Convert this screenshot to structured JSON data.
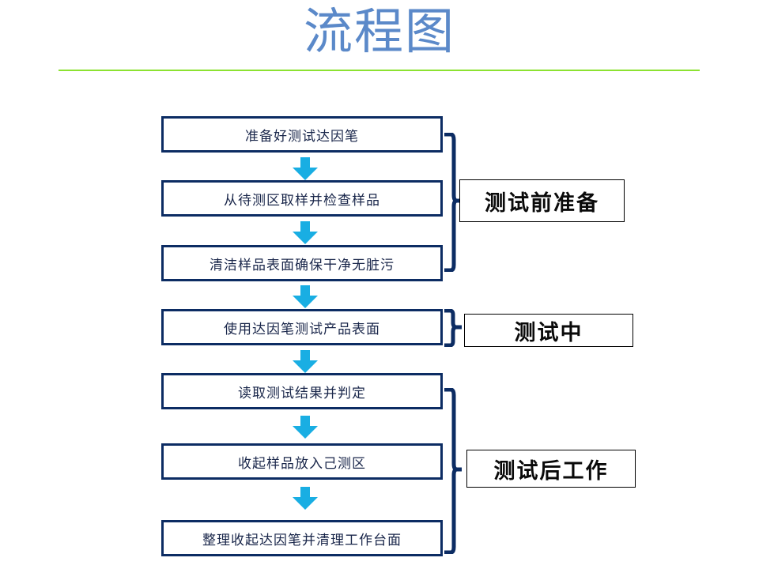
{
  "slide": {
    "title": "流程图",
    "title_color": "#5B89C9",
    "rule_color": "#8CE231",
    "background": "#ffffff"
  },
  "diagram": {
    "box_border_color": "#0C2C63",
    "arrow_color": "#19AEE3",
    "brace_color": "#0C2C63",
    "label_border_color": "#000000",
    "steps": [
      {
        "id": "step-1",
        "label": "准备好测试达因笔"
      },
      {
        "id": "step-2",
        "label": "从待测区取样并检查样品"
      },
      {
        "id": "step-3",
        "label": "清洁样品表面确保干净无脏污"
      },
      {
        "id": "step-4",
        "label": "使用达因笔测试产品表面"
      },
      {
        "id": "step-5",
        "label": "读取测试结果并判定"
      },
      {
        "id": "step-6",
        "label": "收起样品放入己测区"
      },
      {
        "id": "step-7",
        "label": "整理收起达因笔并清理工作台面"
      }
    ],
    "groups": [
      {
        "id": "group-1",
        "label": "测试前准备",
        "covers": [
          "step-1",
          "step-2",
          "step-3"
        ]
      },
      {
        "id": "group-2",
        "label": "测试中",
        "covers": [
          "step-4"
        ]
      },
      {
        "id": "group-3",
        "label": "测试后工作",
        "covers": [
          "step-5",
          "step-6",
          "step-7"
        ]
      }
    ],
    "connectors": [
      {
        "id": "arrow-1",
        "from": "step-1",
        "to": "step-2",
        "icon": "down-arrow-icon"
      },
      {
        "id": "arrow-2",
        "from": "step-2",
        "to": "step-3",
        "icon": "down-arrow-icon"
      },
      {
        "id": "arrow-3",
        "from": "step-3",
        "to": "step-4",
        "icon": "down-arrow-icon"
      },
      {
        "id": "arrow-4",
        "from": "step-4",
        "to": "step-5",
        "icon": "down-arrow-icon"
      },
      {
        "id": "arrow-5",
        "from": "step-5",
        "to": "step-6",
        "icon": "down-arrow-icon"
      },
      {
        "id": "arrow-6",
        "from": "step-6",
        "to": "step-7",
        "icon": "down-arrow-icon"
      }
    ]
  }
}
